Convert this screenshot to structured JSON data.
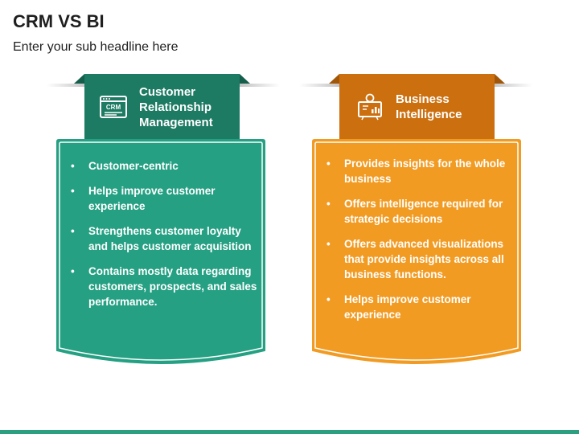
{
  "page": {
    "title": "CRM VS BI",
    "subtitle": "Enter your sub headline here"
  },
  "colors": {
    "crm_header": "#1d7a63",
    "crm_fold": "#155e4c",
    "crm_card": "#25a083",
    "bi_header": "#cc6f0f",
    "bi_fold": "#a25608",
    "bi_card": "#f29b22",
    "bottom_bar": "#2e9e80"
  },
  "crm": {
    "icon": "crm-window-icon",
    "icon_text": "CRM",
    "title_line1": "Customer",
    "title_line2": "Relationship",
    "title_line3": "Management",
    "bullets": [
      "Customer-centric",
      "Helps improve customer experience",
      " Strengthens customer loyalty and helps customer acquisition",
      "Contains mostly data regarding customers, prospects, and sales performance."
    ]
  },
  "bi": {
    "icon": "business-intelligence-board-icon",
    "title_line1": "Business",
    "title_line2": "Intelligence",
    "bullets": [
      "Provides insights for the whole business",
      "Offers intelligence required for strategic decisions",
      "Offers advanced visualizations that provide insights across all business functions.",
      "Helps improve customer experience"
    ]
  }
}
